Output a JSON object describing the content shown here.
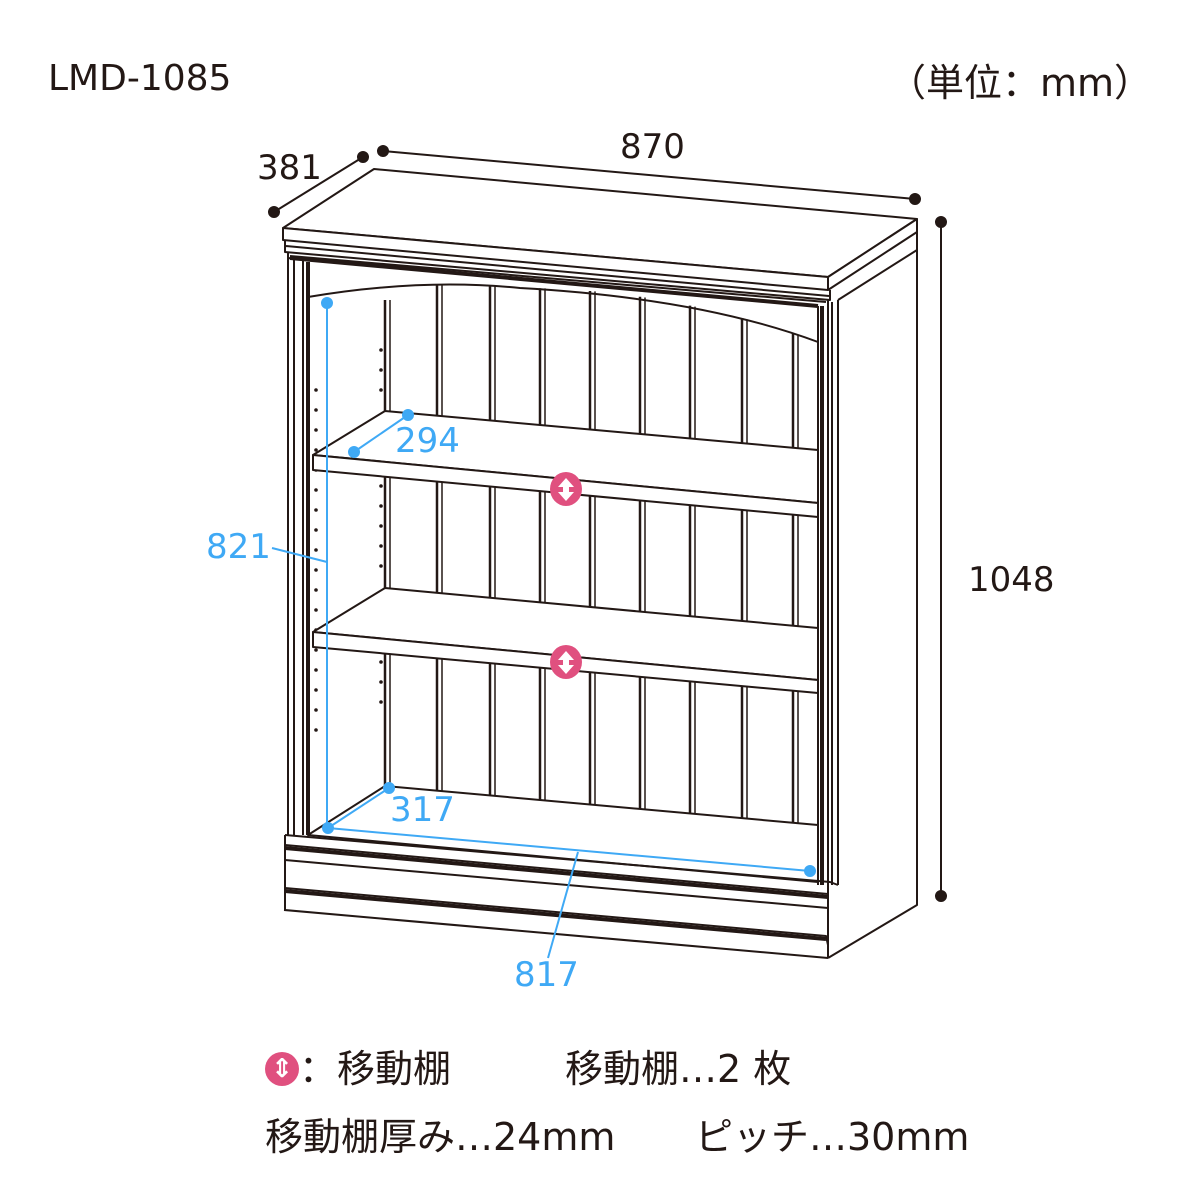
{
  "model": "LMD-1085",
  "unit": "（単位：mm）",
  "dimensions": {
    "width": "870",
    "depth": "381",
    "height": "1048",
    "inner_height": "821",
    "shelf_depth": "294",
    "bottom_depth": "317",
    "inner_width": "817"
  },
  "legend": {
    "icon_label": "：移動棚",
    "shelf_count": "移動棚…2 枚",
    "shelf_thickness": "移動棚厚み…24mm",
    "pitch": "ピッチ…30mm"
  },
  "colors": {
    "line": "#231815",
    "dimension": "#3fa9f5",
    "movable_icon": "#e0507f"
  }
}
